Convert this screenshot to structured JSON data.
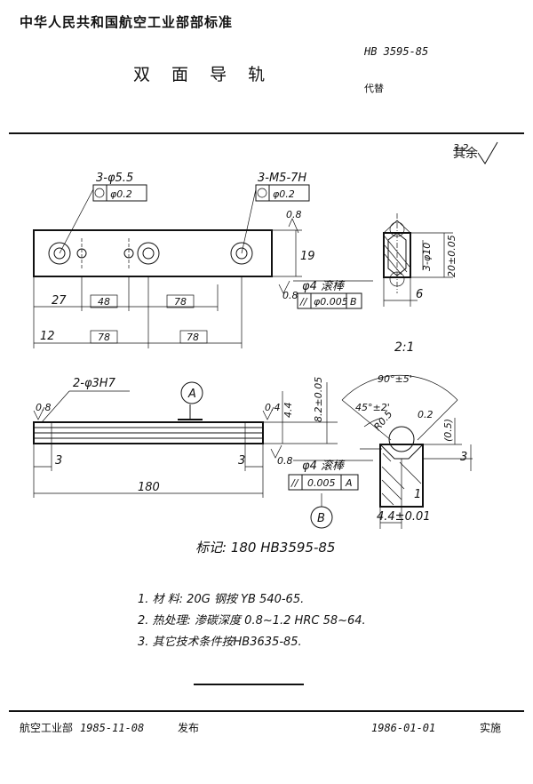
{
  "header": {
    "organization": "中华人民共和国航空工业部部标准",
    "standard_code": "HB 3595-85",
    "title": "双 面 导 轨",
    "replaces": "代替"
  },
  "drawing": {
    "roughness_label": "其余",
    "roughness_value": "3.2",
    "top_view": {
      "hole_note_1": "3-φ5.5",
      "hole_tol_1": "φ0.2",
      "hole_note_2": "3-M5-7H",
      "hole_tol_2": "φ0.2",
      "dim_height": "19",
      "rough_08": "0.8",
      "dim_27": "27",
      "dim_48": "48",
      "dim_78a": "78",
      "dim_12": "12",
      "dim_78b": "78",
      "dim_78c": "78",
      "roller_label": "φ4 滚棒",
      "parallel_tol": "φ0.005",
      "datum_b": "B"
    },
    "side_view": {
      "dim_3phi10": "3-φ10",
      "dim_20": "20±0.05",
      "dim_6": "6"
    },
    "scale": "2:1",
    "front_view": {
      "pin_note": "2-φ3H7",
      "callout_a": "A",
      "dim_44": "4.4",
      "dim_82": "8.2±0.05",
      "rough_04": "0.4",
      "rough_08a": "0.8",
      "rough_08b": "0.8",
      "dim_3a": "3",
      "dim_3b": "3",
      "dim_180": "180",
      "roller_label": "φ4 滚棒",
      "parallel_tol": "0.005",
      "datum_a": "A"
    },
    "detail_view": {
      "angle_90": "90°±5'",
      "angle_45": "45°±2'",
      "rough_02": "0.2",
      "r05": "R0.5",
      "dim_05": "(0.5)",
      "dim_3": "3",
      "dim_1": "1",
      "dim_44": "4.4±0.01",
      "callout_b": "B"
    }
  },
  "marking": "标记: 180  HB3595-85",
  "notes": [
    "1.  材  料: 20G 钢按 YB 540-65.",
    "2.  热处理: 渗碳深度 0.8~1.2  HRC 58~64.",
    "3.  其它技术条件按HB3635-85."
  ],
  "footer": {
    "issuer": "航空工业部",
    "issue_date": "1985-11-08",
    "publish": "发布",
    "effective_date": "1986-01-01",
    "implement": "实施"
  }
}
